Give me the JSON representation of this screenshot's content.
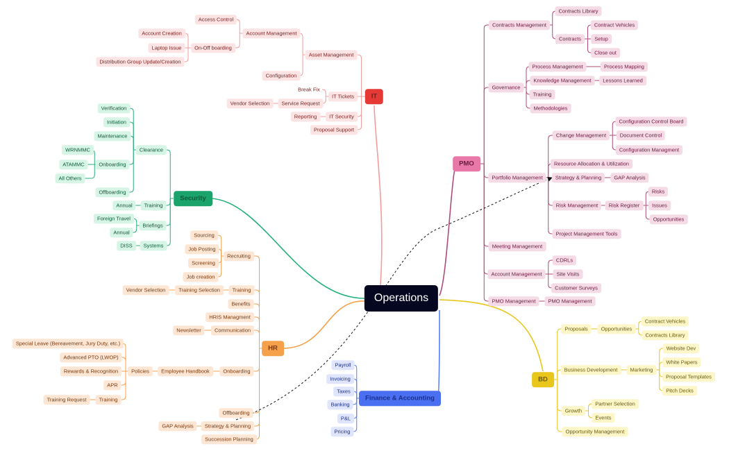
{
  "root": "Operations",
  "colors": {
    "it": "#f49c9c",
    "it_hub": "#e53935",
    "security": "#26b07a",
    "security_hub": "#1aa36b",
    "hr": "#f5a04a",
    "hr_hub": "#f5a04a",
    "finance": "#5a7df2",
    "finance_hub": "#4a6ff0",
    "pmo": "#b04a7a",
    "pmo_hub": "#e878a8",
    "bd": "#e8c61c",
    "bd_hub": "#e8c61c",
    "dashed_link": "#111111"
  },
  "branches": {
    "it": {
      "label": "IT",
      "children": [
        {
          "label": "Asset Management",
          "children": [
            {
              "label": "Account Management",
              "children": [
                {
                  "label": "Access Control"
                },
                {
                  "label": "On-Off boarding",
                  "children": [
                    {
                      "label": "Account Creation"
                    },
                    {
                      "label": "Laptop Issue"
                    },
                    {
                      "label": "Distribution Group Update/Creation"
                    }
                  ]
                }
              ]
            },
            {
              "label": "Configuration"
            }
          ]
        },
        {
          "label": "IT Tickets",
          "children": [
            {
              "label": "Break Fix"
            },
            {
              "label": "Service Request",
              "children": [
                {
                  "label": "Vendor Selection"
                }
              ]
            }
          ]
        },
        {
          "label": "IT Security",
          "children": [
            {
              "label": "Reporting"
            }
          ]
        },
        {
          "label": "Proposal Support"
        }
      ]
    },
    "security": {
      "label": "Security",
      "children": [
        {
          "label": "Clearance",
          "children": [
            {
              "label": "Verification"
            },
            {
              "label": "Initiation"
            },
            {
              "label": "Maintenance"
            },
            {
              "label": "Onboarding",
              "children": [
                {
                  "label": "WRNMMC"
                },
                {
                  "label": "ATAMMC"
                },
                {
                  "label": "All Others"
                }
              ]
            },
            {
              "label": "Offboarding"
            }
          ]
        },
        {
          "label": "Training",
          "children": [
            {
              "label": "Annual"
            }
          ]
        },
        {
          "label": "Briefings",
          "children": [
            {
              "label": "Foreign Travel"
            },
            {
              "label": "Annual"
            }
          ]
        },
        {
          "label": "Systems",
          "children": [
            {
              "label": "DISS"
            }
          ]
        }
      ]
    },
    "hr": {
      "label": "HR",
      "children": [
        {
          "label": "Recruiting",
          "children": [
            {
              "label": "Sourcing"
            },
            {
              "label": "Job Posting"
            },
            {
              "label": "Screening"
            },
            {
              "label": "Job creation"
            }
          ]
        },
        {
          "label": "Training",
          "children": [
            {
              "label": "Training Selection",
              "children": [
                {
                  "label": "Vendor Selection"
                }
              ]
            }
          ]
        },
        {
          "label": "Benefits"
        },
        {
          "label": "HRIS Managment"
        },
        {
          "label": "Communication",
          "children": [
            {
              "label": "Newsletter"
            }
          ]
        },
        {
          "label": "Onboarding",
          "children": [
            {
              "label": "Employee Handbook",
              "children": [
                {
                  "label": "Policies",
                  "children": [
                    {
                      "label": "Special Leave (Bereavement, Jury Duty, etc.)"
                    },
                    {
                      "label": "Advanced PTO (LWOP)"
                    },
                    {
                      "label": "Rewards & Recognition"
                    },
                    {
                      "label": "APR"
                    },
                    {
                      "label": "Training",
                      "children": [
                        {
                          "label": "Training Request"
                        }
                      ]
                    }
                  ]
                }
              ]
            }
          ]
        },
        {
          "label": "Offboarding"
        },
        {
          "label": "Strategy & Planning",
          "children": [
            {
              "label": "GAP Analysis"
            }
          ]
        },
        {
          "label": "Succession Planning"
        }
      ]
    },
    "finance": {
      "label": "Finance & Accounting",
      "children": [
        {
          "label": "Payroll"
        },
        {
          "label": "Invoicing"
        },
        {
          "label": "Taxes"
        },
        {
          "label": "Banking"
        },
        {
          "label": "P&L"
        },
        {
          "label": "Pricing"
        }
      ]
    },
    "pmo": {
      "label": "PMO",
      "children": [
        {
          "label": "Contracts Management",
          "children": [
            {
              "label": "Contracts Library"
            },
            {
              "label": "Contracts",
              "children": [
                {
                  "label": "Contract Vehicles"
                },
                {
                  "label": "Setup"
                },
                {
                  "label": "Close out"
                }
              ]
            }
          ]
        },
        {
          "label": "Governance",
          "children": [
            {
              "label": "Process Management",
              "children": [
                {
                  "label": "Process Mapping"
                }
              ]
            },
            {
              "label": "Knowledge Management",
              "children": [
                {
                  "label": "Lessons Learned"
                }
              ]
            },
            {
              "label": "Training"
            },
            {
              "label": "Methodologies"
            }
          ]
        },
        {
          "label": "Portfolio Management",
          "children": [
            {
              "label": "Change Management",
              "children": [
                {
                  "label": "Configuration Control Board"
                },
                {
                  "label": "Document Control"
                },
                {
                  "label": "Configuration Managment"
                }
              ]
            },
            {
              "label": "Resource Allocation & Utilization"
            },
            {
              "label": "Strategy & Planning",
              "children": [
                {
                  "label": "GAP Analysis"
                }
              ]
            },
            {
              "label": "Risk Management",
              "children": [
                {
                  "label": "Risk Register",
                  "children": [
                    {
                      "label": "Risks"
                    },
                    {
                      "label": "Issues"
                    },
                    {
                      "label": "Opportunities"
                    }
                  ]
                }
              ]
            },
            {
              "label": "Project Management Tools"
            }
          ]
        },
        {
          "label": "Meeting Management"
        },
        {
          "label": "Account Management",
          "children": [
            {
              "label": "CDRLs"
            },
            {
              "label": "Site Visits"
            },
            {
              "label": "Customer Surveys"
            }
          ]
        },
        {
          "label": "PMO Management",
          "children": [
            {
              "label": "PMO Management"
            }
          ]
        }
      ]
    },
    "bd": {
      "label": "BD",
      "children": [
        {
          "label": "Proposals",
          "children": [
            {
              "label": "Opportunities",
              "children": [
                {
                  "label": "Contract Vehicles"
                },
                {
                  "label": "Contracts Library"
                }
              ]
            }
          ]
        },
        {
          "label": "Business Development",
          "children": [
            {
              "label": "Marketing",
              "children": [
                {
                  "label": "Website Dev"
                },
                {
                  "label": "White Papers"
                },
                {
                  "label": "Proposal Templates"
                },
                {
                  "label": "Pitch Decks"
                }
              ]
            }
          ]
        },
        {
          "label": "Growth",
          "children": [
            {
              "label": "Partner Selection"
            },
            {
              "label": "Events"
            }
          ]
        },
        {
          "label": "Opportunity Management"
        }
      ]
    }
  }
}
